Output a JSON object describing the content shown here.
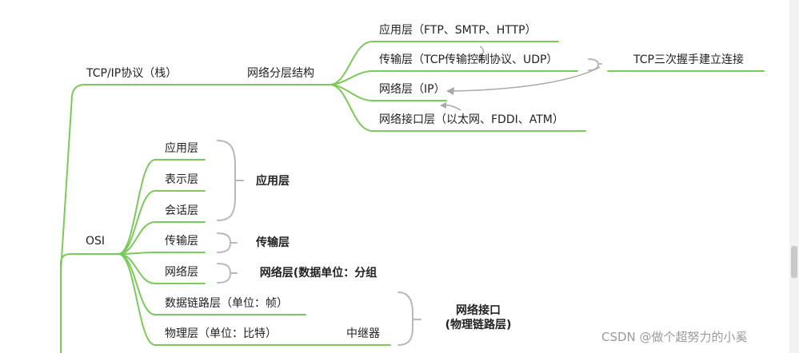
{
  "mindmap": {
    "tcpip": {
      "label": "TCP/IP协议（栈）",
      "child": "网络分层结构",
      "layers": [
        "应用层（FTP、SMTP、HTTP）",
        "传输层（TCP传输控制协议、UDP）",
        "网络层（IP）",
        "网络接口层（以太网、FDDI、ATM）"
      ],
      "note": "TCP三次握手建立连接"
    },
    "osi": {
      "label": "OSI",
      "layers": [
        "应用层",
        "表示层",
        "会话层",
        "传输层",
        "网络层",
        "数据链路层（单位：帧）",
        "物理层（单位：比特）"
      ],
      "repeater": "中继器",
      "groups": {
        "application": "应用层",
        "transport": "传输层",
        "network": "网络层(数据单位：分组",
        "interface_line1": "网络接口",
        "interface_line2": "(物理链路层)"
      }
    }
  },
  "watermark": "CSDN @做个超努力的小奚",
  "colors": {
    "branch": "#7cc85c",
    "bracket": "#b8b8b8",
    "arrow": "#a9a9a9"
  }
}
